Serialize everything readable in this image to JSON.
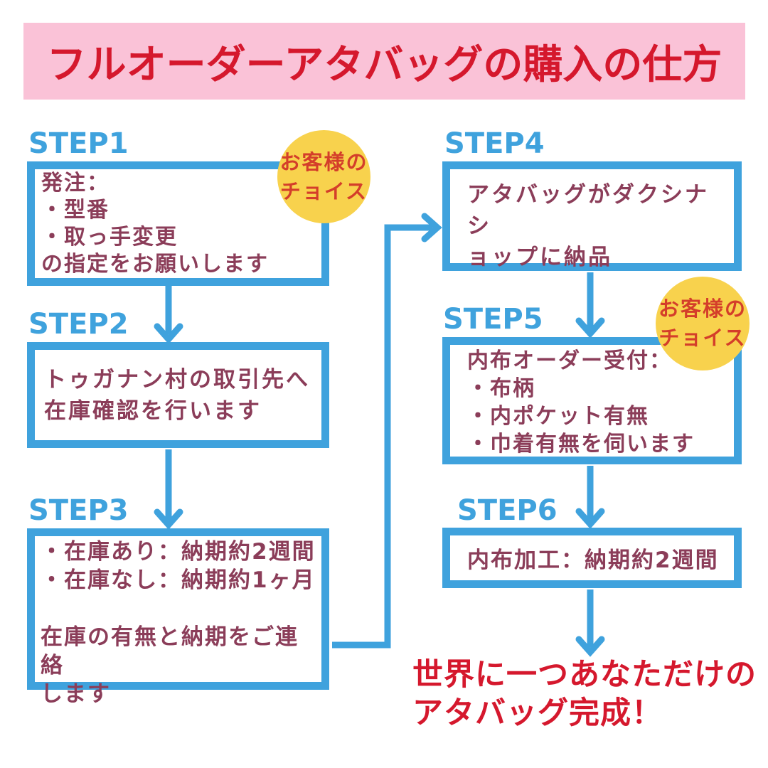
{
  "title": "フルオーダーアタバッグの購入の仕方",
  "steps": [
    {
      "label": "STEP1",
      "lines": [
        "発注：",
        "・型番",
        "・取っ手変更",
        "の指定をお願いします"
      ]
    },
    {
      "label": "STEP2",
      "lines": [
        "トゥガナン村の取引先へ",
        "在庫確認を行います"
      ]
    },
    {
      "label": "STEP3",
      "lines": [
        "・在庫あり：納期約2週間",
        "・在庫なし：納期約1ヶ月",
        "",
        "在庫の有無と納期をご連絡",
        "します"
      ]
    },
    {
      "label": "STEP4",
      "lines": [
        "アタバッグがダクシナシ",
        "ョップに納品"
      ]
    },
    {
      "label": "STEP5",
      "lines": [
        "内布オーダー受付：",
        "・布柄",
        "・内ポケット有無",
        "・巾着有無を伺います"
      ]
    },
    {
      "label": "STEP6",
      "lines": [
        "内布加工：納期約2週間"
      ]
    }
  ],
  "badge": {
    "line1": "お客様の",
    "line2": "チョイス"
  },
  "footer": {
    "line1": "世界に一つあなただけの",
    "line2": "アタバッグ完成！"
  },
  "colors": {
    "banner_bg": "#FAC2D7",
    "title_red": "#D5182D",
    "flow_blue": "#3FA2DD",
    "box_text_maroon": "#8B3D59",
    "badge_bg_yellow": "#F8D24D",
    "badge_text_red": "#D43E2A"
  }
}
